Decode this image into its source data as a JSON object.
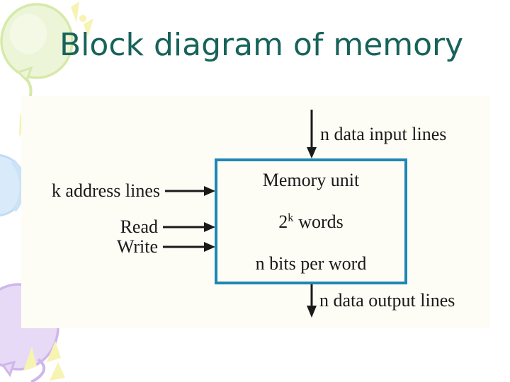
{
  "slide": {
    "title": "Block diagram of memory"
  },
  "diagram": {
    "top_input_label": "n data input lines",
    "left_labels": {
      "address": "k address lines",
      "read": "Read",
      "write": "Write"
    },
    "box": {
      "line1": "Memory unit",
      "line2_base": "2",
      "line2_sup": "k",
      "line2_rest": "words",
      "line3": "n bits per word"
    },
    "bottom_output_label": "n data output lines"
  },
  "decorations": {
    "top_left": "green-balloon-clipart",
    "mid_left": "blue-balloon-clipart",
    "bottom_left": "purple-balloon-clipart",
    "accents": "yellow-sparkle-rays"
  },
  "theme": {
    "title_color": "#17635a",
    "box_border_color": "#1d87b5",
    "arrow_color": "#1a1a1a",
    "scan_bg": "#fdfcf5",
    "green_balloon_fill": "#edf5d8",
    "green_balloon_stroke": "#d6e9aa",
    "blue_balloon_fill": "#d9ebfa",
    "blue_balloon_stroke": "#c0dcf5",
    "purple_balloon_fill": "#e7daf6",
    "purple_balloon_stroke": "#d0b6ea",
    "sparkle_fill": "#f7f3b2"
  }
}
